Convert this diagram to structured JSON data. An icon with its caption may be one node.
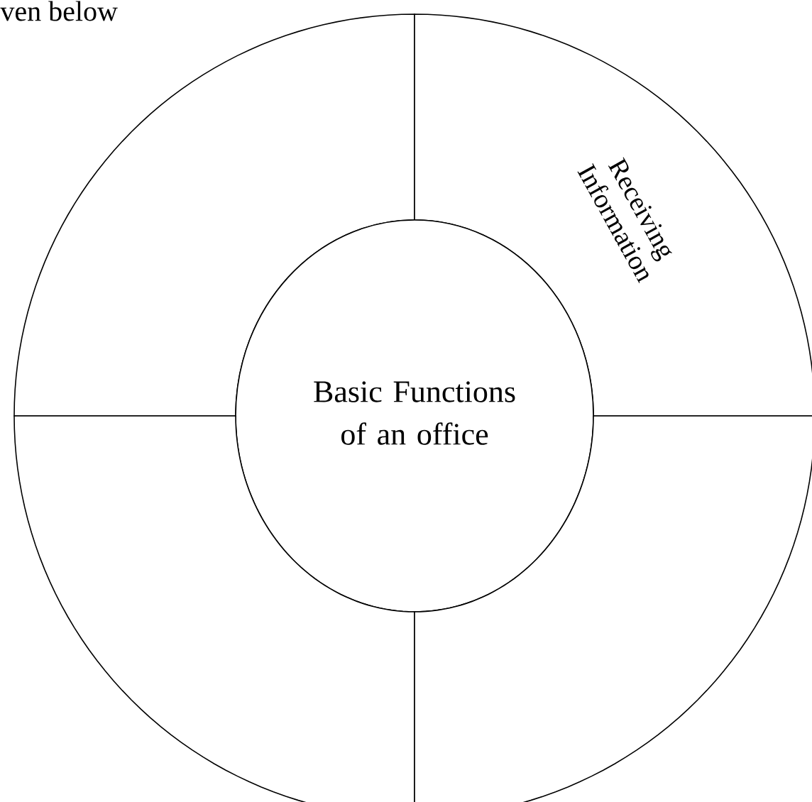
{
  "diagram": {
    "nodes": [
      {
        "text": [],
        "shape": "sector"
      },
      {
        "text": [
          "Receiving Information"
        ]
      },
      {
        "text": [
          "Basic Functions of an office"
        ]
      },
      {
        "text": [],
        "shape": "sector"
      },
      {
        "text": [],
        "shape": "sector"
      }
    ],
    "labels": [
      "ven below"
    ]
  }
}
